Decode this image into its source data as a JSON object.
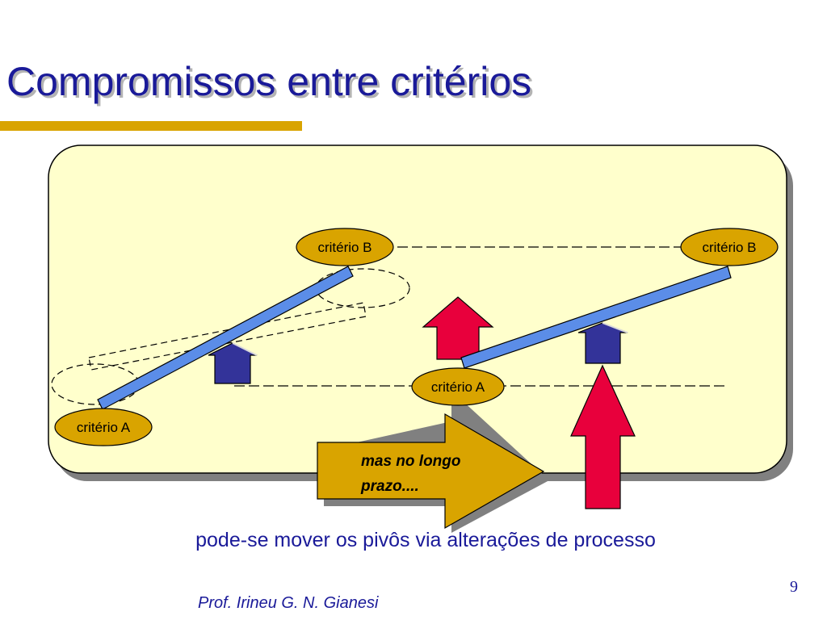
{
  "title": "Compromissos entre critérios",
  "diagram": {
    "left_lever": {
      "top_label": "critério B",
      "bottom_label": "critério A"
    },
    "right_lever": {
      "top_label": "critério B",
      "bottom_label": "critério A"
    },
    "arrow_text_line1": "mas no longo",
    "arrow_text_line2": "prazo...."
  },
  "caption": "pode-se mover os pivôs via alterações de processo",
  "page_number": "9",
  "footer": "Prof. Irineu G. N. Gianesi",
  "colors": {
    "title": "#1a1a99",
    "accent_bar": "#d9a400",
    "panel_fill": "#ffffcc",
    "lever_fill": "#5b8de8",
    "pivot_fill": "#333399",
    "up_arrow_fill": "#e8003c",
    "oval_fill": "#d9a400",
    "big_arrow_fill": "#d9a400"
  }
}
